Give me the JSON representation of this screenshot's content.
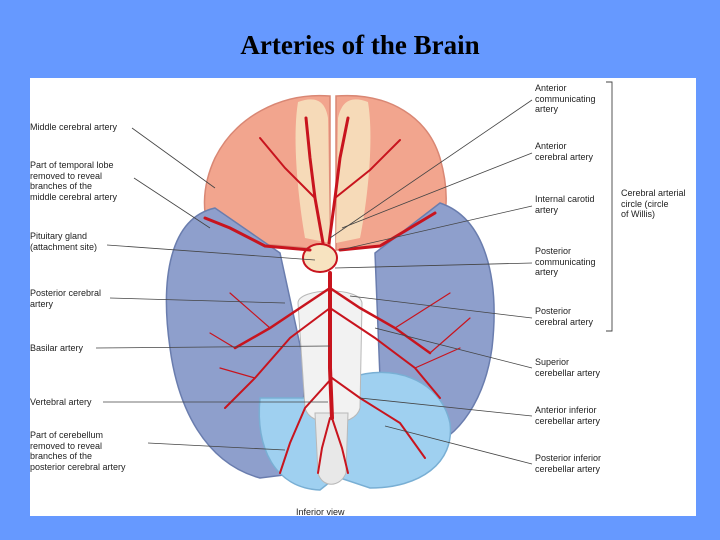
{
  "slide": {
    "title": "Arteries of the Brain"
  },
  "figure": {
    "caption": "Inferior view",
    "labels_left": {
      "middle_cerebral": "Middle cerebral artery",
      "temporal_lobe": "Part of temporal lobe\nremoved to reveal\nbranches of the\nmiddle cerebral artery",
      "pituitary": "Pituitary gland\n(attachment site)",
      "posterior_cerebral": "Posterior cerebral\nartery",
      "basilar": "Basilar artery",
      "vertebral": "Vertebral artery",
      "cerebellum": "Part of cerebellum\nremoved to reveal\nbranches of the\nposterior cerebral artery"
    },
    "labels_right": {
      "anterior_communicating": "Anterior\ncommunicating\nartery",
      "anterior_cerebral": "Anterior\ncerebral artery",
      "internal_carotid": "Internal carotid\nartery",
      "posterior_communicating": "Posterior\ncommunicating\nartery",
      "posterior_cerebral_right": "Posterior\ncerebral artery",
      "superior_cerebellar": "Superior\ncerebellar artery",
      "anterior_inferior_cerebellar": "Anterior inferior\ncerebellar artery",
      "posterior_inferior_cerebellar": "Posterior inferior\ncerebellar artery"
    },
    "bracket_label": "Cerebral arterial\ncircle (circle\nof Willis)",
    "colors": {
      "frontal_lobe": "#F2A58E",
      "temporal_lobe": "#8E9FCC",
      "cerebellum": "#9FD0F0",
      "artery": "#C8141E",
      "gyrus_highlight": "#F7E3C0"
    }
  }
}
